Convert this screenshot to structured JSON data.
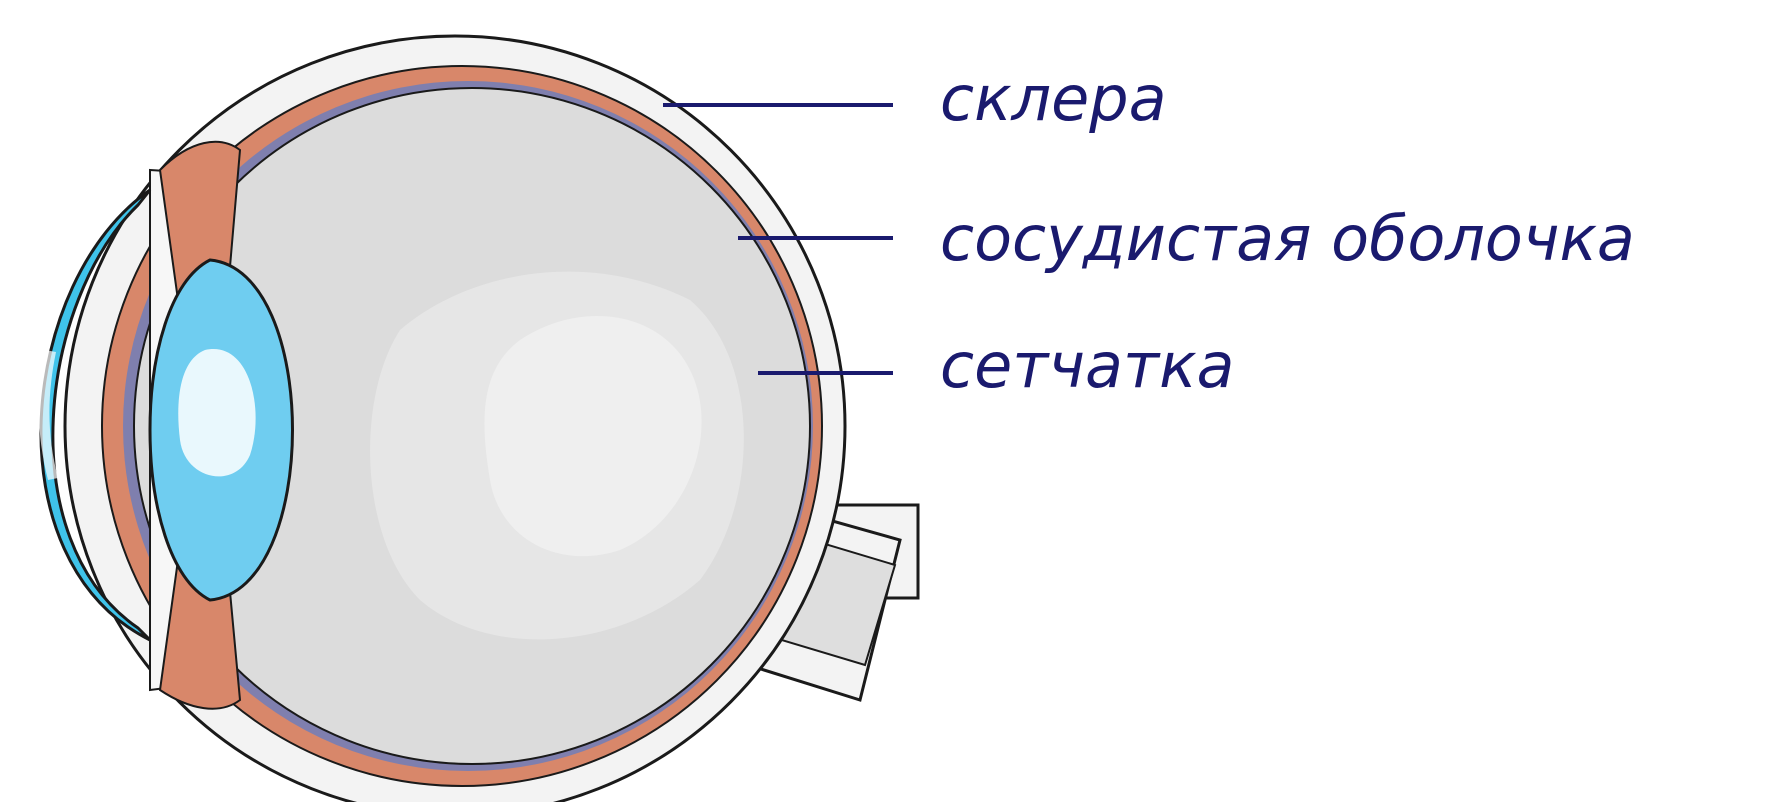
{
  "diagram": {
    "colors": {
      "outline": "#1a1a1a",
      "sclera": "#f3f3f3",
      "choroid": "#d8876a",
      "retina": "#7f7fae",
      "vitreous": "#dcdcdc",
      "vitreous_light": "#e6e6e6",
      "center_light": "#efefef",
      "cornea": "#3fc3ea",
      "lens": "#6fcdf0",
      "lens_highlight": "#ffffff",
      "label_text": "#1a1a6e",
      "leader_line": "#1a1a6e"
    },
    "labels": [
      {
        "text": "склера",
        "target": "sclera"
      },
      {
        "text": "сосудистая оболочка",
        "target": "choroid"
      },
      {
        "text": "сетчатка",
        "target": "retina"
      }
    ]
  }
}
